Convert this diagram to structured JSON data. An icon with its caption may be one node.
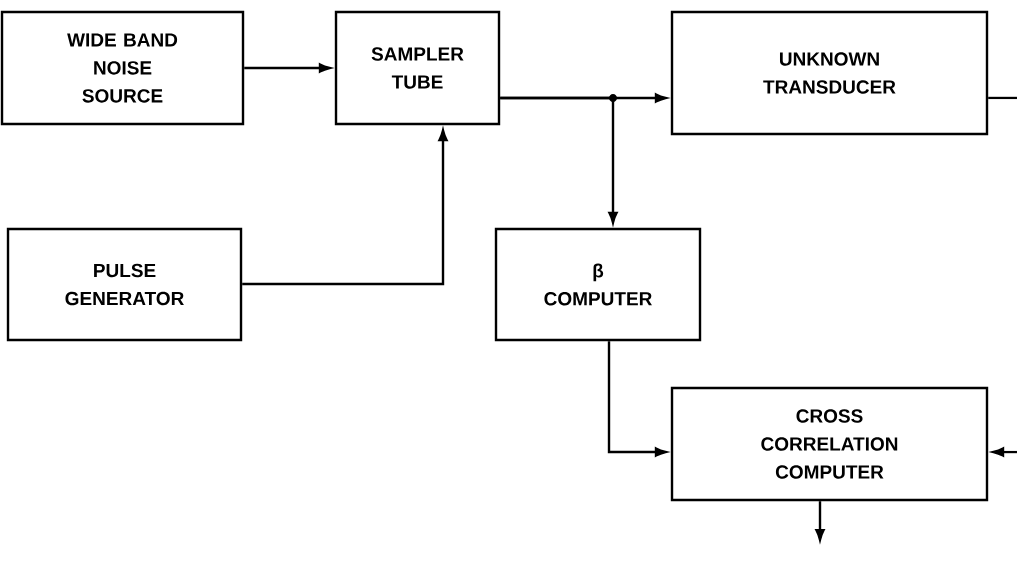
{
  "diagram": {
    "nodes": [
      {
        "text": [
          "WIDE BAND NOISE SOURCE"
        ]
      },
      {
        "text": [
          "SAMPLER TUBE"
        ]
      },
      {
        "text": [
          "UNKNOWN TRANSDUCER"
        ]
      },
      {
        "text": [
          "PULSE GENERATOR"
        ]
      },
      {
        "text": [
          "β COMPUTER"
        ]
      },
      {
        "text": [
          "CROSS CORRELATION COMPUTER"
        ]
      }
    ],
    "edges": [
      {
        "from": 0,
        "to": 1,
        "arrow": "to"
      },
      {
        "from": 3,
        "to": 1,
        "arrow": "to"
      },
      {
        "from": 1,
        "to": 2,
        "arrow": "to"
      },
      {
        "from": 1,
        "to": 4,
        "arrow": "to"
      },
      {
        "from": 4,
        "to": 5,
        "arrow": "to"
      },
      {
        "from": 2,
        "to": null,
        "arrow": "none"
      },
      {
        "from": null,
        "to": 5,
        "arrow": "to"
      },
      {
        "from": 5,
        "to": null,
        "arrow": "to"
      }
    ]
  }
}
